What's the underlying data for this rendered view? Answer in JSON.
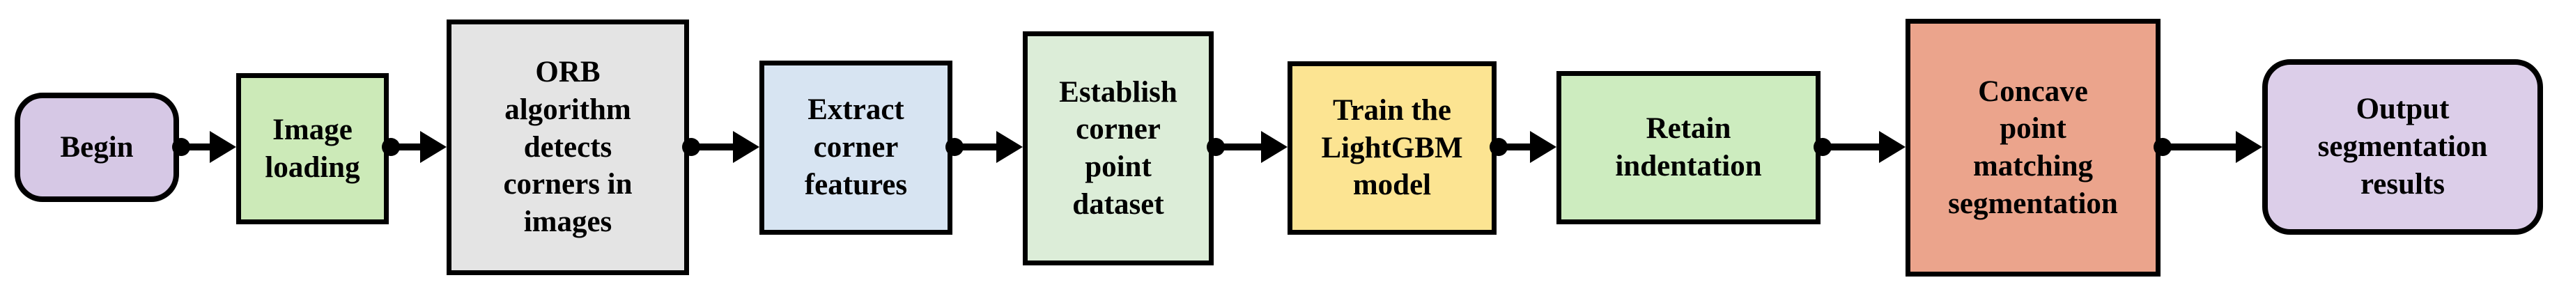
{
  "diagram": {
    "type": "flowchart",
    "direction": "left-to-right",
    "background_color": "#ffffff",
    "stroke_color": "#000000",
    "text_color": "#000000",
    "nodes": [
      {
        "id": "begin",
        "label": "Begin",
        "shape": "terminator",
        "fill": "#d6c8e5"
      },
      {
        "id": "image-loading",
        "label": "Image\nloading",
        "shape": "process",
        "fill": "#cceab8"
      },
      {
        "id": "orb-detect",
        "label": "ORB\nalgorithm\ndetects\ncorners in\nimages",
        "shape": "process",
        "fill": "#e4e4e4"
      },
      {
        "id": "extract-features",
        "label": "Extract\ncorner\nfeatures",
        "shape": "process",
        "fill": "#d7e4f2"
      },
      {
        "id": "corner-dataset",
        "label": "Establish\ncorner\npoint\ndataset",
        "shape": "process",
        "fill": "#dcedd8"
      },
      {
        "id": "train-lightgbm",
        "label": "Train the\nLightGBM\nmodel",
        "shape": "process",
        "fill": "#fce492"
      },
      {
        "id": "retain-indentation",
        "label": "Retain\nindentation",
        "shape": "process",
        "fill": "#cdecbf"
      },
      {
        "id": "concave-matching",
        "label": "Concave\npoint\nmatching\nsegmentation",
        "shape": "process",
        "fill": "#eba48c"
      },
      {
        "id": "output-results",
        "label": "Output\nsegmentation\nresults",
        "shape": "terminator",
        "fill": "#dccee9"
      }
    ],
    "edges": [
      {
        "from": "begin",
        "to": "image-loading",
        "style": "dot-arrow"
      },
      {
        "from": "image-loading",
        "to": "orb-detect",
        "style": "dot-arrow"
      },
      {
        "from": "orb-detect",
        "to": "extract-features",
        "style": "dot-arrow"
      },
      {
        "from": "extract-features",
        "to": "corner-dataset",
        "style": "dot-arrow"
      },
      {
        "from": "corner-dataset",
        "to": "train-lightgbm",
        "style": "dot-arrow"
      },
      {
        "from": "train-lightgbm",
        "to": "retain-indentation",
        "style": "dot-arrow"
      },
      {
        "from": "retain-indentation",
        "to": "concave-matching",
        "style": "dot-arrow"
      },
      {
        "from": "concave-matching",
        "to": "output-results",
        "style": "dot-arrow"
      }
    ]
  }
}
